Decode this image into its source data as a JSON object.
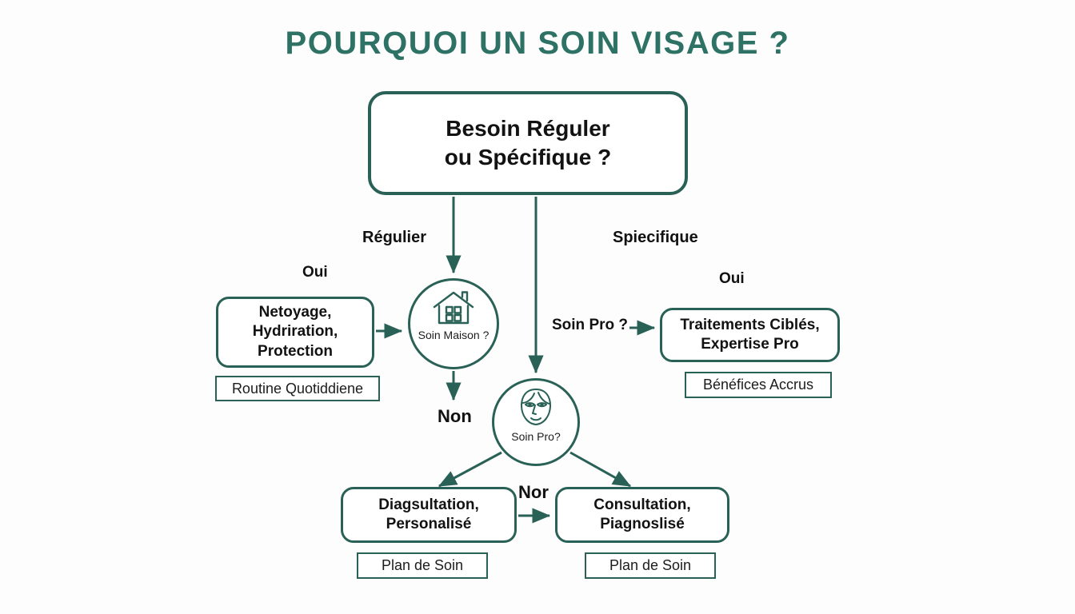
{
  "page": {
    "title": "POURQUOI UN SOIN VISAGE ?",
    "background_color": "#fdfdfd",
    "accent_color": "#2a6157",
    "title_color": "#2e7265",
    "text_color": "#121212"
  },
  "nodes": {
    "root": {
      "line1": "Besoin Réguler",
      "line2": "ou Spécifique ?"
    },
    "home_care": {
      "line1": "Netoyage,",
      "line2": "Hydriration,",
      "line3": "Protection"
    },
    "pro_treatment": {
      "line1": "Traitements Ciblés,",
      "line2": "Expertise Pro"
    },
    "diagnosis": {
      "line1": "Diagsultation,",
      "line2": "Personalisé"
    },
    "consultation": {
      "line1": "Consultation,",
      "line2": "Piagnoslisé"
    }
  },
  "circles": {
    "home": {
      "label": "Soin Maison ?",
      "icon": "house-icon"
    },
    "pro": {
      "label": "Soin Pro?",
      "icon": "face-icon"
    }
  },
  "captions": {
    "routine": "Routine Quotiddiene",
    "benefits": "Bénéfices Accrus",
    "plan_left": "Plan de Soin",
    "plan_right": "Plan de Soin"
  },
  "edge_labels": {
    "regulier": "Régulier",
    "specifique": "Spiecifique",
    "oui_left": "Oui",
    "oui_right": "Oui",
    "soin_pro": "Soin Pro ?",
    "non": "Non",
    "nor": "Nor"
  }
}
